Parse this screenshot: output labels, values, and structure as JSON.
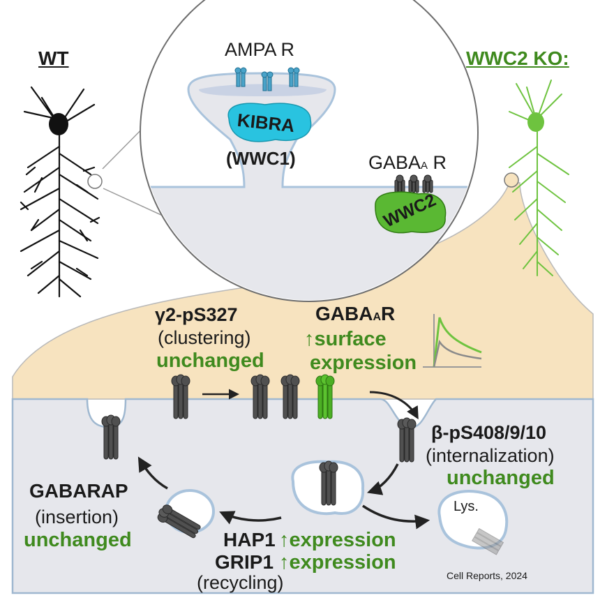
{
  "labels": {
    "wt": "WT",
    "ko": "WWC2 KO:",
    "ampa": "AMPA R",
    "kibra": "KIBRA",
    "wwc1": "(WWC1)",
    "gaba_inset_pre": "GABA",
    "gaba_inset_sub": "A",
    "gaba_inset_post": " R",
    "wwc2": "WWC2",
    "g2": "γ2-pS327",
    "clustering": "(clustering)",
    "unchanged": "unchanged",
    "gabaar_pre": "GABA",
    "gabaar_sub": "A",
    "gabaar_post": "R",
    "arrow_up": "↑",
    "surface": "surface",
    "expression": "expression",
    "beta": "β-pS408/9/10",
    "internalization": "(internalization)",
    "gabarap": "GABARAP",
    "insertion": "(insertion)",
    "hap1": "HAP1",
    "grip1": "GRIP1",
    "recycling": "(recycling)",
    "lys": "Lys.",
    "citation": "Cell  Reports, 2024"
  },
  "colors": {
    "green": "#3f8a1e",
    "light_green": "#8fd14f",
    "beige": "#f7e3bf",
    "cell_gray": "#e6e7ec",
    "membrane": "#a9c3dc",
    "receptor_dark": "#4a4a4a",
    "ampa_blue": "#4aa3c9",
    "kibra_cyan": "#29c3e0",
    "wwc2_green": "#5ab833"
  },
  "icons": [
    "wt-neuron-icon",
    "ko-neuron-icon",
    "gabaa-receptor-icon",
    "ampa-receptor-icon",
    "vesicle-icon",
    "lysosome-icon",
    "trace-icon"
  ]
}
